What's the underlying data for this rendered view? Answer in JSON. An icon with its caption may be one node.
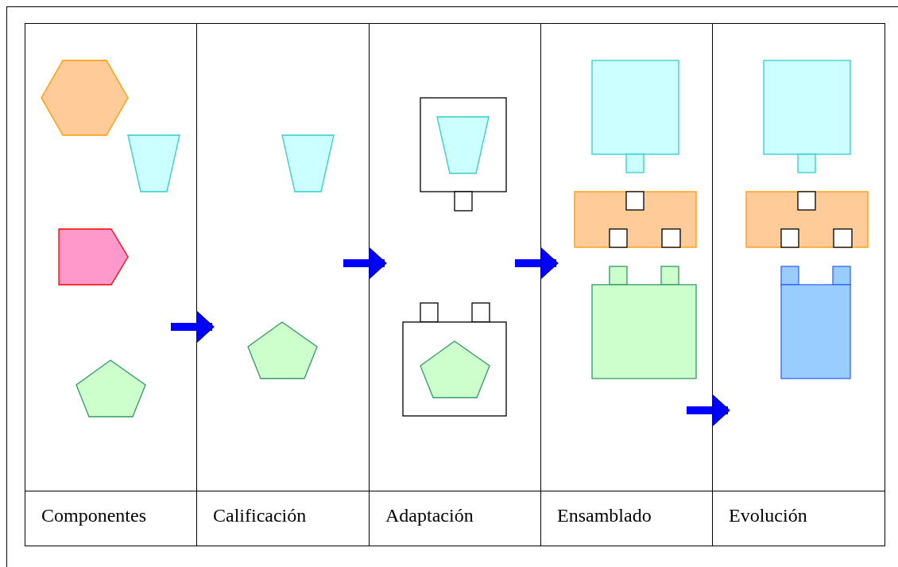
{
  "diagram": {
    "nodes": [
      {
        "text": [
          "Componentes"
        ]
      },
      {
        "text": [
          "Calificación"
        ]
      },
      {
        "text": [
          "Adaptación"
        ]
      },
      {
        "text": [
          "Ensamblado"
        ]
      },
      {
        "text": [
          "Evolución"
        ]
      }
    ],
    "edges": [
      {
        "from": 0,
        "to": 1,
        "arrow": "to"
      },
      {
        "from": 1,
        "to": 2,
        "arrow": "to"
      },
      {
        "from": 2,
        "to": 3,
        "arrow": "to"
      },
      {
        "from": 3,
        "to": 4,
        "arrow": "to"
      }
    ]
  }
}
